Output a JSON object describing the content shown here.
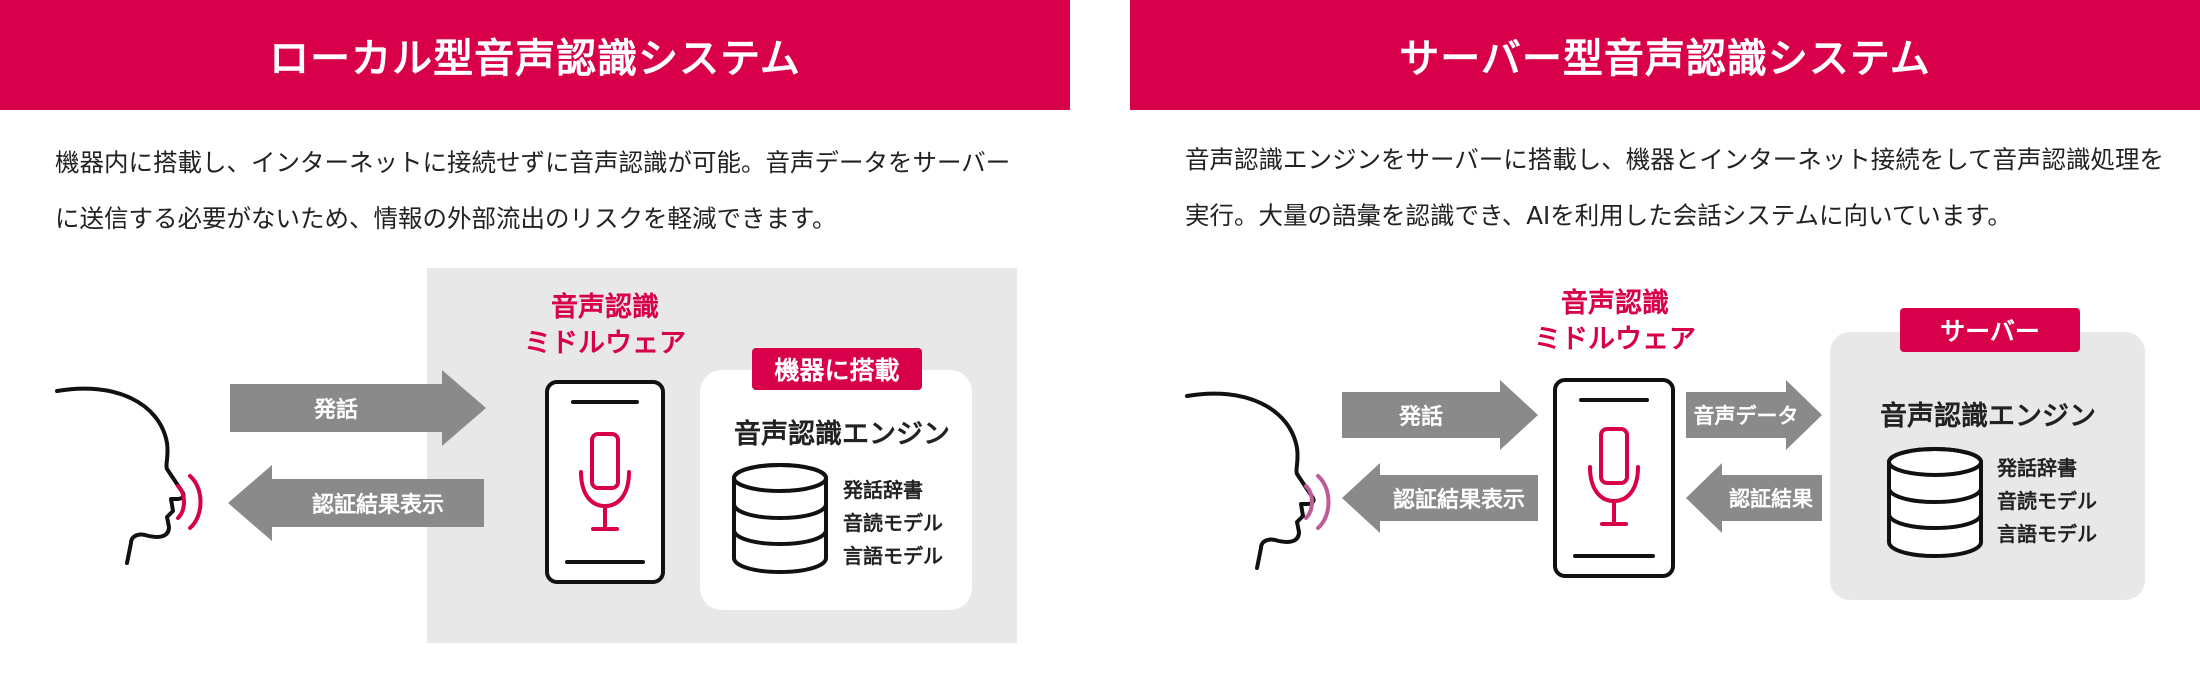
{
  "left": {
    "title": "ローカル型音声認識システム",
    "description": "機器内に搭載し、インターネットに接続せずに音声認識が可能。音声データをサーバーに送信する必要がないため、情報の外部流出のリスクを軽減できます。",
    "middleware_label": "音声認識\nミドルウェア",
    "device_tag": "機器に搭載",
    "engine_title": "音声認識エンジン",
    "models": [
      "発話辞書",
      "音読モデル",
      "言語モデル"
    ],
    "arrow_speech": "発話",
    "arrow_result": "認証結果表示"
  },
  "right": {
    "title": "サーバー型音声認識システム",
    "description": "音声認識エンジンをサーバーに搭載し、機器とインターネット接続をして音声認識処理を実行。大量の語彙を認識でき、AIを利用した会話システムに向いています。",
    "middleware_label": "音声認識\nミドルウェア",
    "server_tag": "サーバー",
    "engine_title": "音声認識エンジン",
    "models": [
      "発話辞書",
      "音読モデル",
      "言語モデル"
    ],
    "arrow_speech": "発話",
    "arrow_result": "認証結果表示",
    "arrow_voice_data": "音声データ",
    "arrow_recognition": "認証結果"
  },
  "colors": {
    "accent": "#d8004a",
    "arrow_gray": "#8a8a8a",
    "panel_gray": "#e8e8e8",
    "wave_right": "#c05a98"
  }
}
